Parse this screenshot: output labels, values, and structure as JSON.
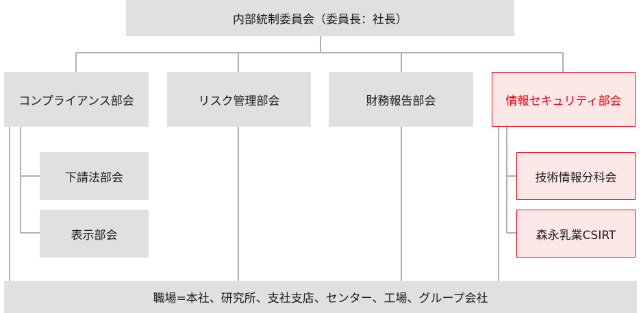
{
  "org_chart": {
    "root": "内部統制委員会（委員長：社長）",
    "committees": {
      "compliance": "コンプライアンス部会",
      "risk": "リスク管理部会",
      "finance": "財務報告部会",
      "infosec": "情報セキュリティ部会"
    },
    "compliance_subs": [
      "下請法部会",
      "表示部会"
    ],
    "infosec_subs": [
      "技術情報分科会",
      "森永乳業CSIRT"
    ],
    "bottom": "職場=本社、研究所、支社支店、センター、工場、グループ会社"
  },
  "colors": {
    "box_fill": "#e0e0e0",
    "line": "#b0b0b0",
    "accent": "#e60012",
    "accent_fill": "#fde8e8"
  }
}
